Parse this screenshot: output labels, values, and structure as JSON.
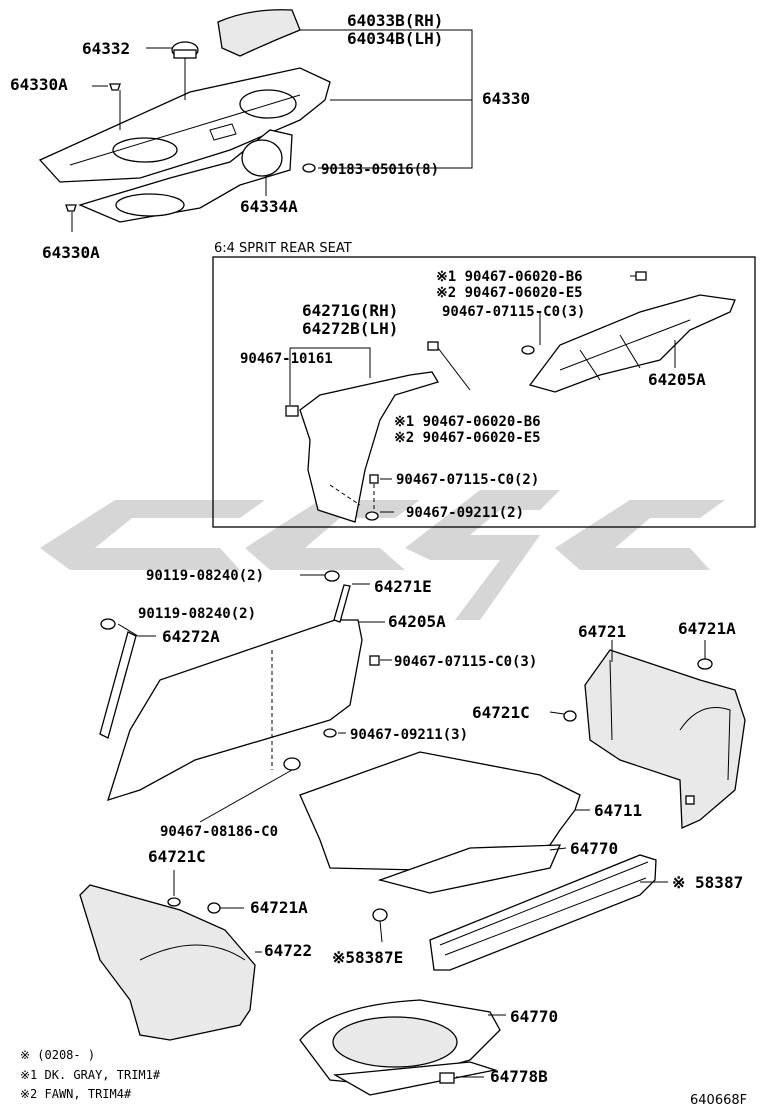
{
  "labels": {
    "p64033b": "64033B(RH)",
    "p64034b": "64034B(LH)",
    "p64332": "64332",
    "p64330a_top": "64330A",
    "p64330": "64330",
    "p90183": "90183-05016(8)",
    "p64334a": "64334A",
    "p64330a_bottom": "64330A",
    "p64271g": "64271G(RH)",
    "p64272b": "64272B(LH)",
    "p90467_10161": "90467-10161",
    "p_b6_1": "※1 90467-06020-B6",
    "p_e5_1": "※2 90467-06020-E5",
    "p_c0_3_inset": "90467-07115-C0(3)",
    "p64205a_inset": "64205A",
    "p_b6_2": "※1 90467-06020-B6",
    "p_e5_2": "※2 90467-06020-E5",
    "p_c0_2": "90467-07115-C0(2)",
    "p_09211_2": "90467-09211(2)",
    "p90119_a": "90119-08240(2)",
    "p64271e": "64271E",
    "p90119_b": "90119-08240(2)",
    "p64205a": "64205A",
    "p64272a": "64272A",
    "p_c0_3": "90467-07115-C0(3)",
    "p_09211_3": "90467-09211(3)",
    "p64721": "64721",
    "p64721a_r": "64721A",
    "p64721c_r": "64721C",
    "p64711": "64711",
    "p90467_08186": "90467-08186-C0",
    "p64770_a": "64770",
    "p58387": "※ 58387",
    "p64721c_l": "64721C",
    "p64721a_l": "64721A",
    "p64722": "64722",
    "p58387e": "※58387E",
    "p64770_b": "64770",
    "p64778b": "64778B"
  },
  "inset_title": "6:4 SPRIT REAR SEAT",
  "notes": {
    "date": "※ (0208-      )",
    "n1": "※1 DK. GRAY, TRIM1#",
    "n2": "※2 FAWN, TRIM4#"
  },
  "diagram_code": "640668F"
}
